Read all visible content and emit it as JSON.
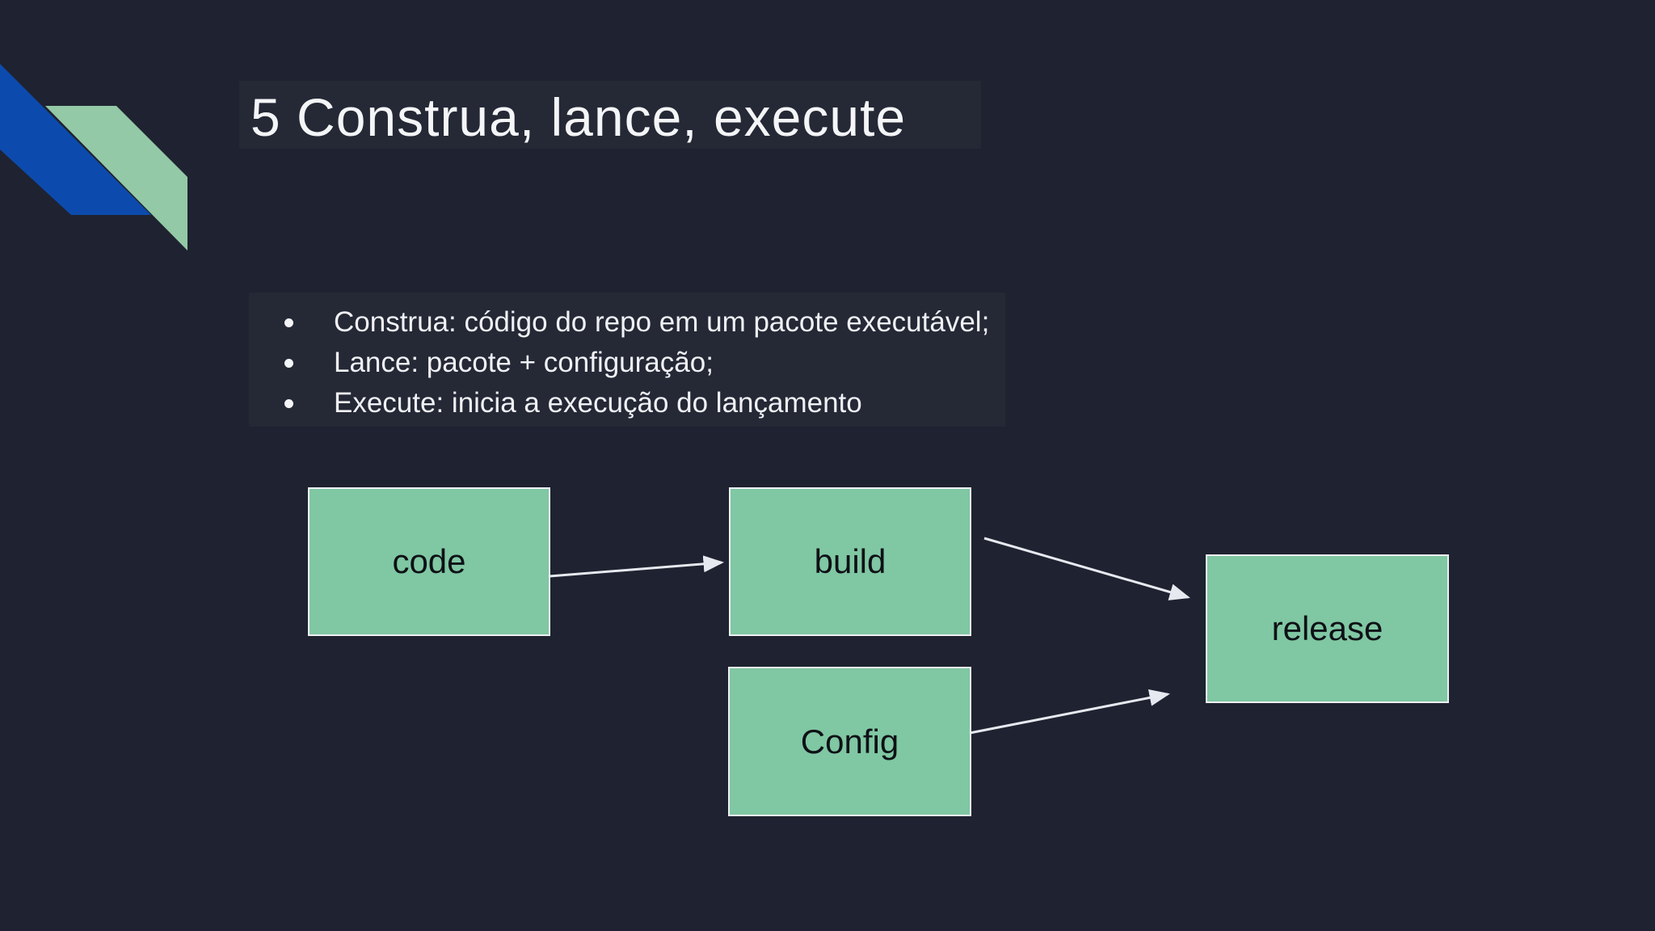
{
  "slide": {
    "title": "5 Construa, lance, execute",
    "bullets": [
      "Construa: código do repo em um pacote executável;",
      "Lance: pacote + configuração;",
      "Execute: inicia a execução do lançamento"
    ],
    "diagram": {
      "nodes": [
        {
          "id": "code",
          "label": "code"
        },
        {
          "id": "build",
          "label": "build"
        },
        {
          "id": "config",
          "label": "Config"
        },
        {
          "id": "release",
          "label": "release"
        }
      ],
      "edges": [
        {
          "from": "code",
          "to": "build"
        },
        {
          "from": "build",
          "to": "release"
        },
        {
          "from": "config",
          "to": "release"
        }
      ]
    },
    "colors": {
      "background": "#1f2230",
      "node_fill": "#80c7a3",
      "node_border": "#eef0f3",
      "node_text": "#0e1116",
      "text": "#f3f5f7",
      "arrow": "#e7e9f0",
      "corner_green": "#93c9a6",
      "corner_blue": "#0c4bad"
    }
  }
}
